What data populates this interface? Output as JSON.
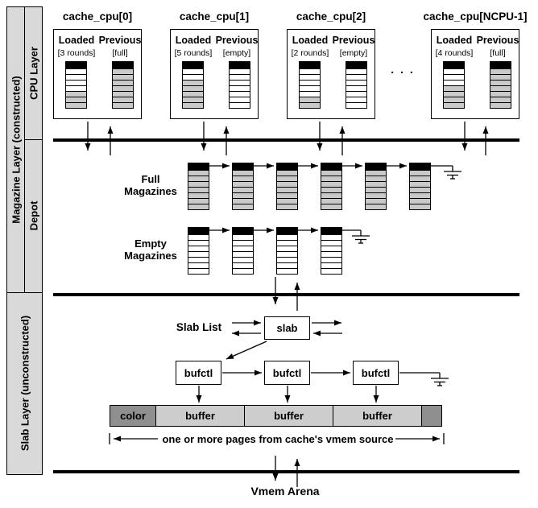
{
  "layers": {
    "magazine": "Magazine Layer (constructed)",
    "cpu": "CPU Layer",
    "depot": "Depot",
    "slab": "Slab Layer (unconstructed)"
  },
  "cpu_caches": [
    {
      "title": "cache_cpu[0]",
      "loaded_label": "Loaded",
      "previous_label": "Previous",
      "loaded_state": "[3 rounds]",
      "previous_state": "[full]",
      "loaded_rounds": 3,
      "previous_rounds": 7
    },
    {
      "title": "cache_cpu[1]",
      "loaded_label": "Loaded",
      "previous_label": "Previous",
      "loaded_state": "[5 rounds]",
      "previous_state": "[empty]",
      "loaded_rounds": 5,
      "previous_rounds": 0
    },
    {
      "title": "cache_cpu[2]",
      "loaded_label": "Loaded",
      "previous_label": "Previous",
      "loaded_state": "[2 rounds]",
      "previous_state": "[empty]",
      "loaded_rounds": 2,
      "previous_rounds": 0
    },
    {
      "title": "cache_cpu[NCPU-1]",
      "loaded_label": "Loaded",
      "previous_label": "Previous",
      "loaded_state": "[4 rounds]",
      "previous_state": "[full]",
      "loaded_rounds": 4,
      "previous_rounds": 7
    }
  ],
  "ellipsis": ". . .",
  "depot": {
    "full_label": "Full Magazines",
    "empty_label": "Empty Magazines",
    "full_count": 6,
    "empty_count": 4,
    "rounds_per_magazine": 7
  },
  "slab_section": {
    "slab_list_label": "Slab List",
    "slab_label": "slab",
    "bufctl_label": "bufctl",
    "bufctl_count": 3,
    "color_label": "color",
    "buffer_label": "buffer",
    "buffer_count": 3,
    "span_note": "one or more pages from cache's vmem source"
  },
  "vmem_label": "Vmem Arena",
  "colors": {
    "panel_gray": "#d9d9d9",
    "round_gray": "#c9c9c9",
    "buffer_gray": "#cdcdcd",
    "dark_gray": "#8f8f8f",
    "line_black": "#000000"
  }
}
